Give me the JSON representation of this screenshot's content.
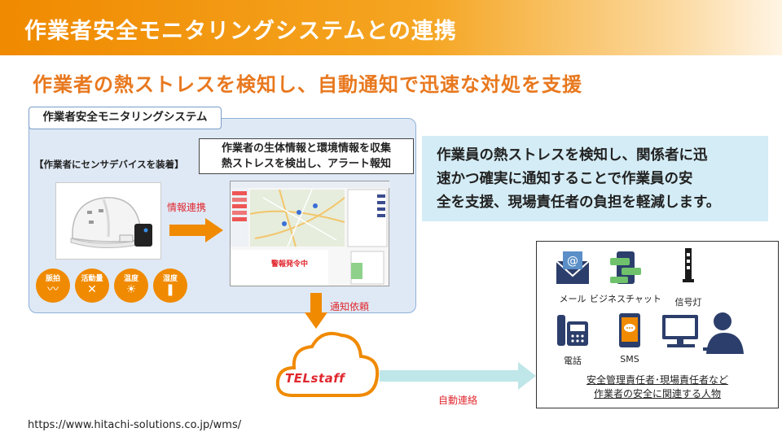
{
  "slide": {
    "title": "作業者安全モニタリングシステムとの連携",
    "subtitle": "作業者の熱ストレスを検知し、自動通知で迅速な対処を支援"
  },
  "system": {
    "label": "作業者安全モニタリングシステム",
    "device_label": "【作業者にセンサデバイスを装着】",
    "collect_line1": "作業者の生体情報と環境情報を収集",
    "collect_line2": "熱ストレスを検出し、アラート報知",
    "sensors": [
      {
        "label": "脈拍",
        "icon": "pulse-icon",
        "glyph": "〰"
      },
      {
        "label": "活動量",
        "icon": "activity-icon",
        "glyph": "✕"
      },
      {
        "label": "温度",
        "icon": "thermometer-icon",
        "glyph": "☀"
      },
      {
        "label": "湿度",
        "icon": "humidity-icon",
        "glyph": "❚"
      }
    ],
    "info_link_label": "情報連携",
    "screen_alert": "警報発令中"
  },
  "flow": {
    "notify_request": "通知依頼",
    "auto_contact": "自動連絡",
    "cloud_logo": "TELstaff"
  },
  "callout": {
    "line1": "作業員の熱ストレスを検知し、関係者に迅",
    "line2": "速かつ確実に通知することで作業員の安",
    "line3": "全を支援、現場責任者の負担を軽減します。"
  },
  "notify": {
    "items": [
      {
        "label": "メール",
        "icon": "mail-icon"
      },
      {
        "label": "ビジネスチャット",
        "icon": "chat-icon"
      },
      {
        "label": "信号灯",
        "icon": "signal-light-icon"
      },
      {
        "label": "電話",
        "icon": "phone-icon"
      },
      {
        "label": "SMS",
        "icon": "sms-icon"
      }
    ],
    "caption_line1": "安全管理責任者･現場責任者など",
    "caption_line2": "作業者の安全に関連する人物"
  },
  "footer": {
    "url": "https://www.hitachi-solutions.co.jp/wms/"
  },
  "colors": {
    "brand_orange": "#f08a00",
    "alert_red": "#e0282f",
    "panel_blue": "#dfe9f5",
    "callout_blue": "#d4ecf5",
    "teal": "#bfe6e8",
    "icon_navy": "#2c3e6b"
  }
}
